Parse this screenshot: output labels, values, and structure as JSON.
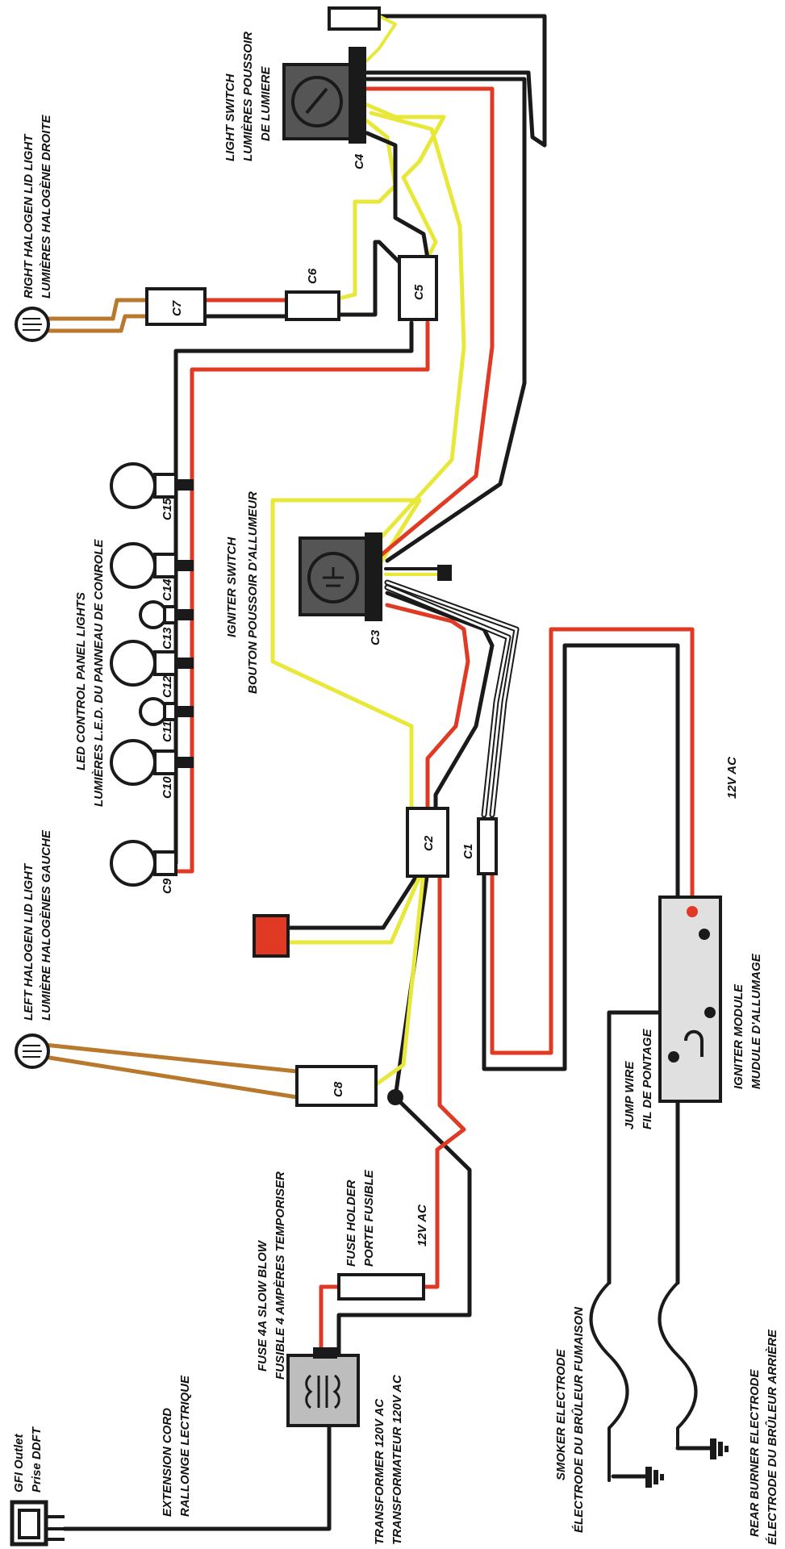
{
  "labels": {
    "right_lid_1": "RIGHT HALOGEN LID LIGHT",
    "right_lid_2": "LUMIÈRES HALOGÈNE DROITE",
    "light_switch_1": "LIGHT SWITCH",
    "light_switch_2": "LUMIÈRES POUSSOIR",
    "light_switch_3": "DE LUMIERE",
    "igniter_switch_1": "IGNITER SWITCH",
    "igniter_switch_2": "BOUTON POUSSOIR D'ALLUMEUR",
    "led_panel_1": "LED CONTROL PANEL LIGHTS",
    "led_panel_2": "LUMIÈRES L.E.D. DU PANNEAU DE CONROLE",
    "left_lid_1": "LEFT HALOGEN LID LIGHT",
    "left_lid_2": "LUMIÈRE HALOGÈNES GAUCHE",
    "fuse_1": "FUSE 4A SLOW BLOW",
    "fuse_2": "FUSIBLE 4 AMPÈRES TEMPORISER",
    "fuse_holder_1": "FUSE HOLDER",
    "fuse_holder_2": "PORTE FUSIBLE",
    "ac_1": "12V AC",
    "ac_2": "12V AC",
    "gfi_1": "GFI Outlet",
    "gfi_2": "Prise DDFT",
    "ext_1": "EXTENSION CORD",
    "ext_2": "RALLONGE LECTRIQUE",
    "transformer_1": "TRANSFORMER 120V AC",
    "transformer_2": "TRANSFORMATEUR 120V AC",
    "smoker_1": "SMOKER ELECTRODE",
    "smoker_2": "ÉLECTRODE DU BRÛLEUR FUMAISON",
    "jump_1": "JUMP WIRE",
    "jump_2": "FIL DE PONTAGE",
    "igniter_module_1": "IGNITER MODULE",
    "igniter_module_2": "MUDULE D'ALLUMAGE",
    "rear_1": "REAR BURNER ELECTRODE",
    "rear_2": "ÉLECTRODE DU BRÛLEUR ARRIÈRE"
  },
  "connectors": {
    "c1": "C1",
    "c2": "C2",
    "c3": "C3",
    "c4": "C4",
    "c5": "C5",
    "c6": "C6",
    "c7": "C7",
    "c8": "C8",
    "c9": "C9",
    "c10": "C10",
    "c11": "C11",
    "c12": "C12",
    "c13": "C13",
    "c14": "C14",
    "c15": "C15"
  },
  "colors": {
    "black": "#1a1a1a",
    "red": "#e03a24",
    "yellow": "#e8e83a",
    "brown": "#b8792c",
    "gray_dark": "#5a5a5a",
    "gray_mid": "#bdbdbd",
    "gray_light": "#e0e0e0"
  }
}
